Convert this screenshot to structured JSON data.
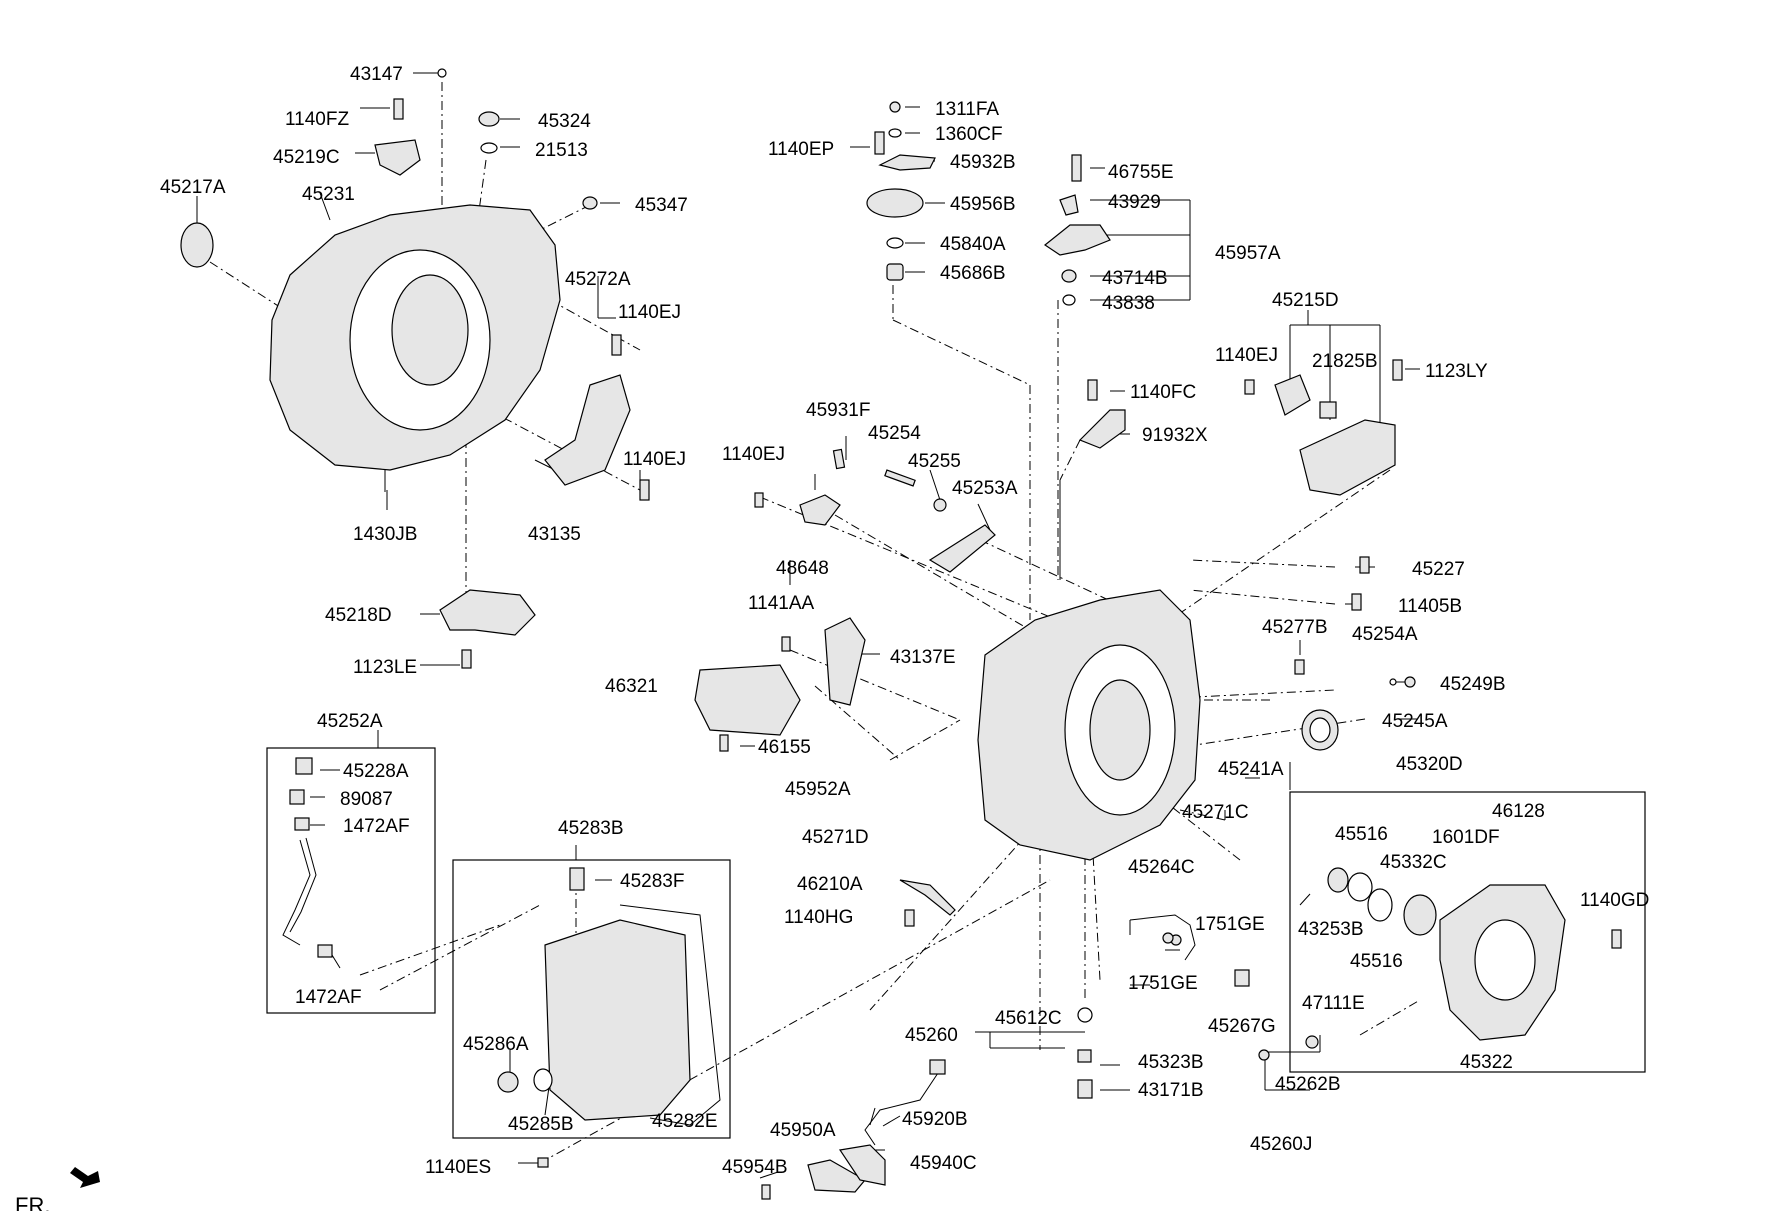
{
  "labels": {
    "p43147": "43147",
    "p1140FZ": "1140FZ",
    "p45324": "45324",
    "p21513": "21513",
    "p45219C": "45219C",
    "p45217A": "45217A",
    "p45231": "45231",
    "p45347": "45347",
    "p45272A": "45272A",
    "p1140EJ_a": "1140EJ",
    "p1140EJ_b": "1140EJ",
    "p1430JB": "1430JB",
    "p43135": "43135",
    "p45218D": "45218D",
    "p1123LE": "1123LE",
    "p1311FA": "1311FA",
    "p1360CF": "1360CF",
    "p1140EP": "1140EP",
    "p45932B": "45932B",
    "p45956B": "45956B",
    "p45840A": "45840A",
    "p45686B": "45686B",
    "p46755E": "46755E",
    "p43929": "43929",
    "p45957A": "45957A",
    "p43714B": "43714B",
    "p43838": "43838",
    "p45215D": "45215D",
    "p1140EJ_c": "1140EJ",
    "p21825B": "21825B",
    "p1123LY": "1123LY",
    "p1140FC": "1140FC",
    "p91932X": "91932X",
    "p45931F": "45931F",
    "p45254": "45254",
    "p45255": "45255",
    "p1140EJ_d": "1140EJ",
    "p45253A": "45253A",
    "p48648": "48648",
    "p45227": "45227",
    "p11405B": "11405B",
    "p1141AA": "1141AA",
    "p43137E": "43137E",
    "p46321": "46321",
    "p46155": "46155",
    "p45277B": "45277B",
    "p45254A": "45254A",
    "p45249B": "45249B",
    "p45245A": "45245A",
    "p45252A": "45252A",
    "p45228A": "45228A",
    "p89087": "89087",
    "p1472AF_a": "1472AF",
    "p1472AF_b": "1472AF",
    "p45952A": "45952A",
    "p45241A": "45241A",
    "p45320D": "45320D",
    "p45283B": "45283B",
    "p45283F": "45283F",
    "p45271D": "45271D",
    "p45271C": "45271C",
    "p46128": "46128",
    "p45516_a": "45516",
    "p1601DF": "1601DF",
    "p45332C": "45332C",
    "p46210A": "46210A",
    "p45264C": "45264C",
    "p43253B": "43253B",
    "p1140GD": "1140GD",
    "p1140HG": "1140HG",
    "p1751GE_a": "1751GE",
    "p1751GE_b": "1751GE",
    "p45516_b": "45516",
    "p47111E": "47111E",
    "p45286A": "45286A",
    "p45267G": "45267G",
    "p45260": "45260",
    "p45612C": "45612C",
    "p45323B": "45323B",
    "p45322": "45322",
    "p43171B": "43171B",
    "p45262B": "45262B",
    "p45285B": "45285B",
    "p45282E": "45282E",
    "p45920B": "45920B",
    "p45950A": "45950A",
    "p45260J": "45260J",
    "p1140ES": "1140ES",
    "p45954B": "45954B",
    "p45940C": "45940C",
    "fr": "FR."
  }
}
